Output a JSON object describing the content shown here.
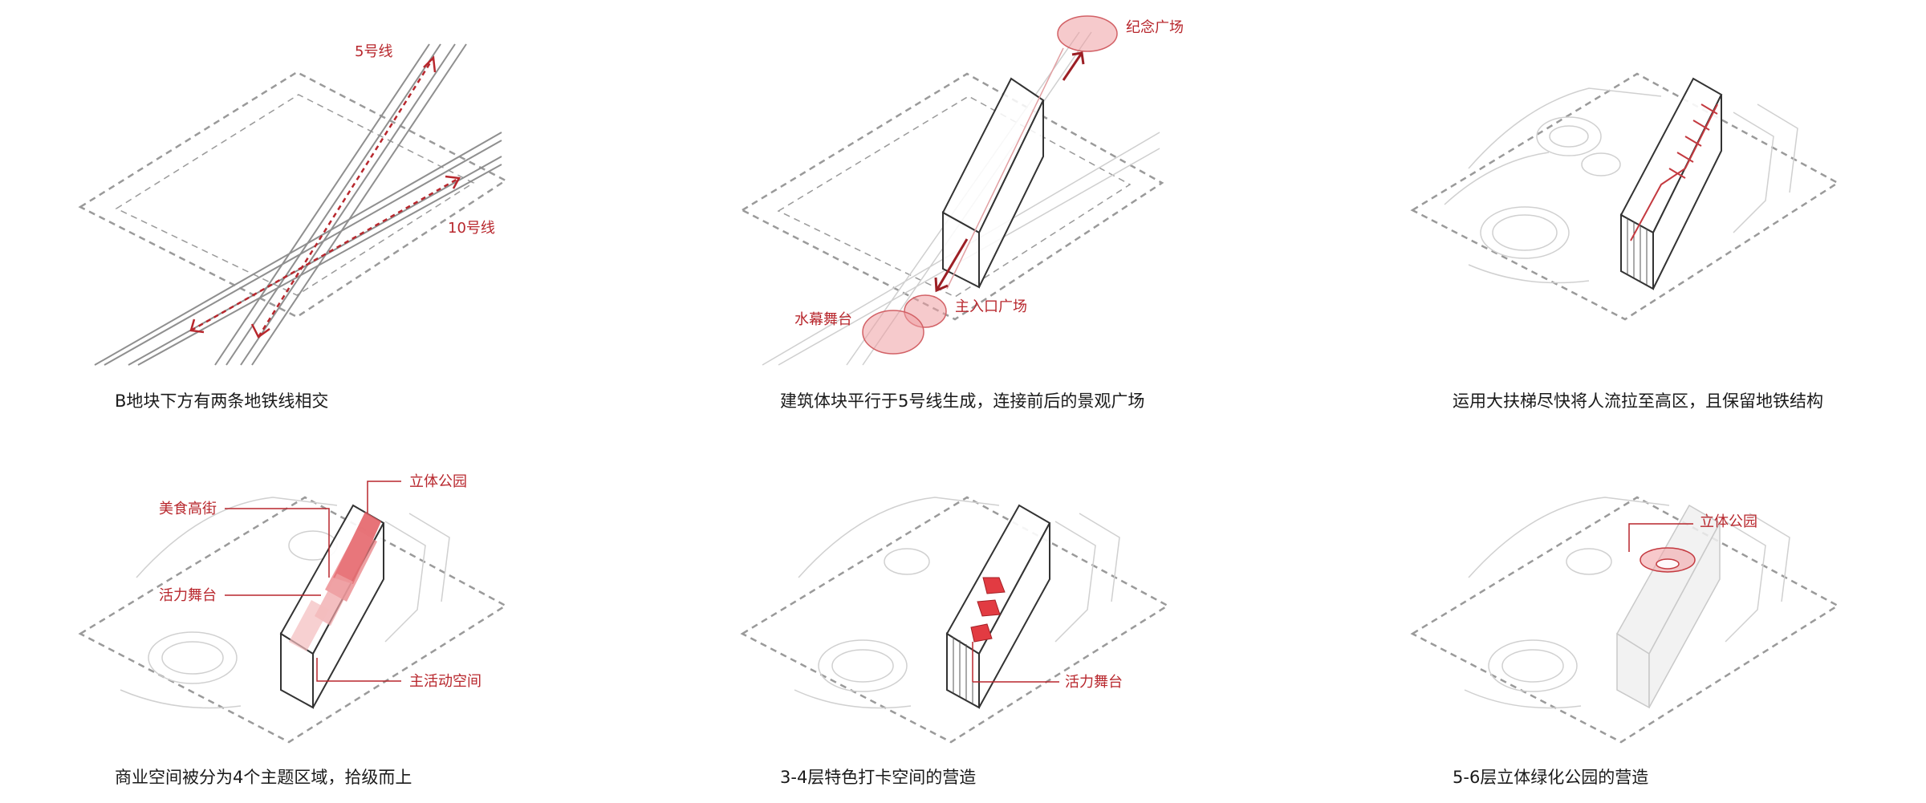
{
  "colors": {
    "accent": "#b8272d",
    "accent_fill": "#e8646a",
    "line": "#999999",
    "dash": "#9a9a9a",
    "text": "#1a1a1a"
  },
  "panels": [
    {
      "caption": "B地块下方有两条地铁线相交",
      "labels": {
        "line5": "5号线",
        "line10": "10号线"
      }
    },
    {
      "caption": "建筑体块平行于5号线生成，连接前后的景观广场",
      "labels": {
        "memorial": "纪念广场",
        "entrance": "主入口广场",
        "water_stage": "水幕舞台"
      }
    },
    {
      "caption": "运用大扶梯尽快将人流拉至高区，且保留地铁结构",
      "labels": {}
    },
    {
      "caption": "商业空间被分为4个主题区域，拾级而上",
      "labels": {
        "park": "立体公园",
        "food": "美食高街",
        "stage": "活力舞台",
        "main": "主活动空间"
      }
    },
    {
      "caption": "3-4层特色打卡空间的营造",
      "labels": {
        "stage": "活力舞台"
      }
    },
    {
      "caption": "5-6层立体绿化公园的营造",
      "labels": {
        "park": "立体公园"
      }
    }
  ]
}
